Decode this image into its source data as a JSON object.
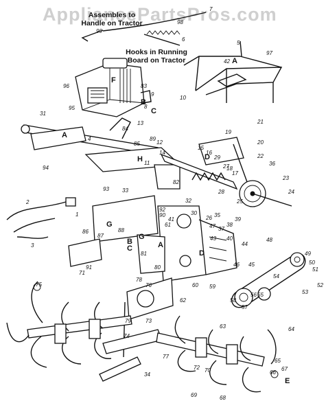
{
  "watermark": "AppliancePartsPros.com",
  "notes": {
    "handle": "Assembles to Handle on Tractor",
    "running_board": "Hooks in Running Board on Tractor"
  },
  "letters": {
    "A": "A",
    "B": "B",
    "C": "C",
    "D": "D",
    "E": "E",
    "F": "F",
    "G": "G",
    "H": "H"
  },
  "part_numbers": [
    "1",
    "2",
    "3",
    "4",
    "5",
    "6",
    "7",
    "8",
    "9",
    "10",
    "11",
    "12",
    "13",
    "14",
    "15",
    "16",
    "17",
    "18",
    "19",
    "20",
    "21",
    "22",
    "23",
    "24",
    "25",
    "26",
    "27",
    "28",
    "29",
    "30",
    "31",
    "32",
    "33",
    "34",
    "35",
    "36",
    "37",
    "38",
    "39",
    "40",
    "41",
    "42",
    "43",
    "44",
    "45",
    "46",
    "47",
    "48",
    "49",
    "50",
    "51",
    "52",
    "53",
    "54",
    "55",
    "56",
    "57",
    "58",
    "59",
    "60",
    "61",
    "62",
    "63",
    "64",
    "65",
    "66",
    "67",
    "68",
    "69",
    "70",
    "71",
    "72",
    "73",
    "74",
    "75",
    "76",
    "77",
    "78",
    "79",
    "80",
    "81",
    "82",
    "83",
    "84",
    "85",
    "86",
    "87",
    "88",
    "89",
    "90",
    "91",
    "92",
    "93",
    "94",
    "95",
    "96",
    "97",
    "98",
    "99"
  ]
}
